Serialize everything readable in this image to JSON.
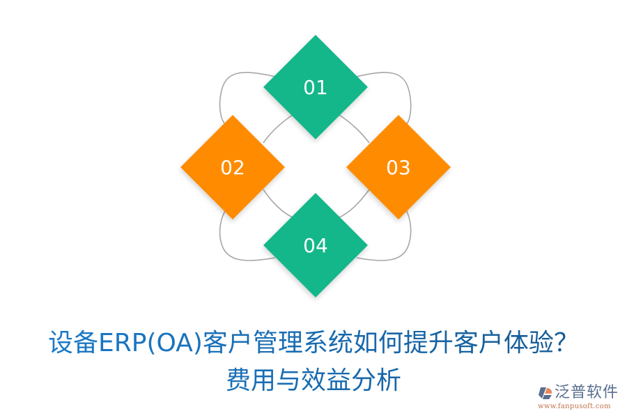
{
  "diagram": {
    "items": [
      {
        "label": "01",
        "color": "#13b78a"
      },
      {
        "label": "02",
        "color": "#ff8c00"
      },
      {
        "label": "03",
        "color": "#ff8c00"
      },
      {
        "label": "04",
        "color": "#13b78a"
      }
    ],
    "connector_color": "#a6a6a6"
  },
  "title": {
    "line1": "设备ERP(OA)客户管理系统如何提升客户体验？",
    "line2": "费用与效益分析",
    "color": "#1a70b8"
  },
  "logo": {
    "name": "泛普软件",
    "url": "www.fanpusoft.com",
    "icon": "fanpu-logo-icon"
  }
}
